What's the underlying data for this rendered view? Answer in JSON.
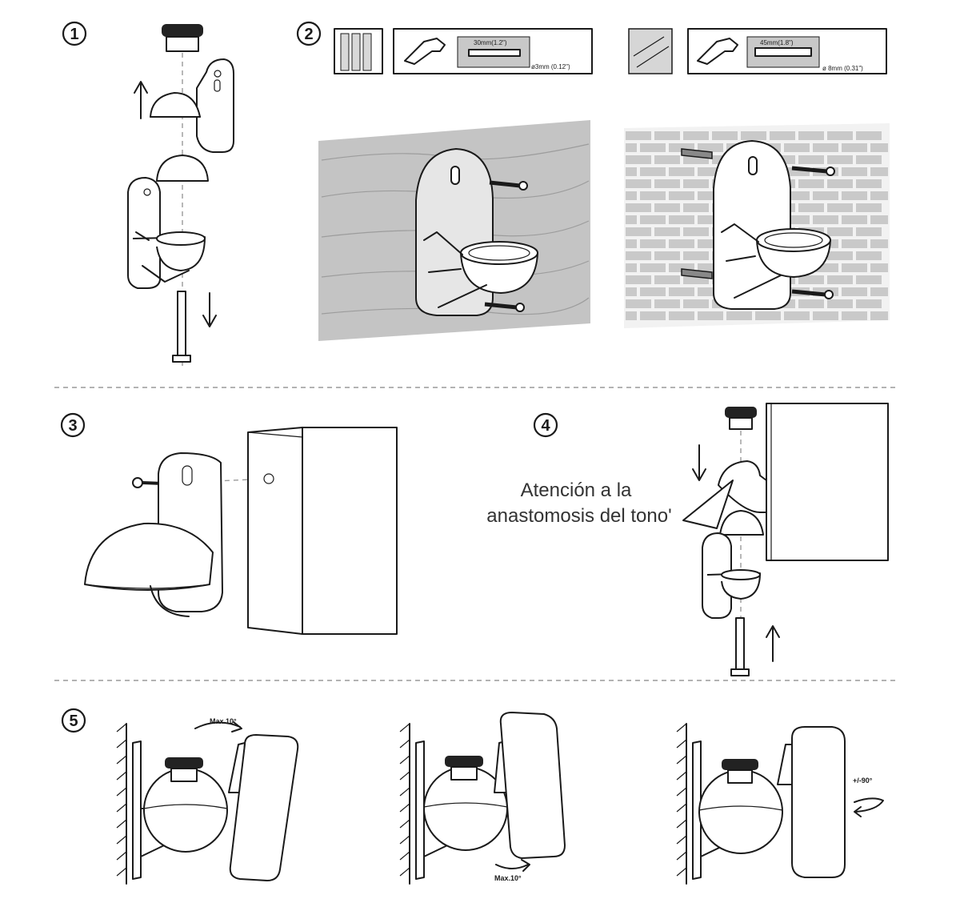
{
  "steps": [
    "1",
    "2",
    "3",
    "4",
    "5"
  ],
  "step2": {
    "wood_drill_depth": "30mm(1.2\")",
    "wood_drill_diameter": "ø3mm (0.12\")",
    "brick_drill_depth": "45mm(1.8\")",
    "brick_drill_diameter": "ø 8mm (0.31\")"
  },
  "step4": {
    "note_line1": "Atención a la",
    "note_line2": "anastomosis del tono'"
  },
  "step5": {
    "tilt_up": "Max.10°",
    "tilt_down": "Max.10°",
    "rotation": "+/-90°"
  },
  "colors": {
    "line": "#1a1a1a",
    "wall": "#c4c4c4",
    "divider": "#9a9a9a"
  }
}
